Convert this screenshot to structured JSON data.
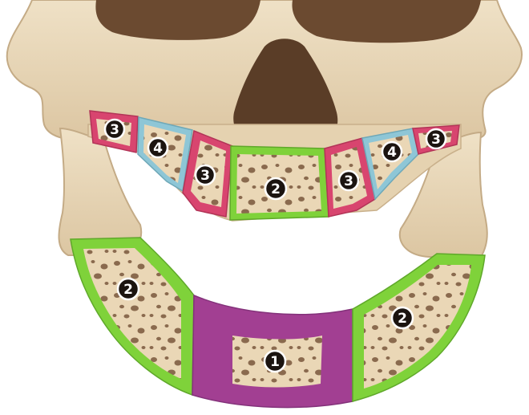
{
  "colors": {
    "skull": "#e9d8bb",
    "skull_shadow": "#cdb38f",
    "cavity": "#6b4a30",
    "cavity_dark": "#4f3522",
    "bone_fill": "#ead7b6",
    "pore": "#8a6a4e",
    "zone1_frame": "#a23f92",
    "zone2_frame": "#7fd23a",
    "zone3_frame": "#d8456f",
    "zone4_frame": "#8ec6d6"
  },
  "labels": {
    "zone1": "1",
    "zone2_maxilla": "2",
    "zone2_left": "2",
    "zone2_right": "2",
    "zone3_a": "3",
    "zone3_b": "3",
    "zone3_c": "3",
    "zone3_d": "3",
    "zone4_a": "4",
    "zone4_b": "4"
  }
}
